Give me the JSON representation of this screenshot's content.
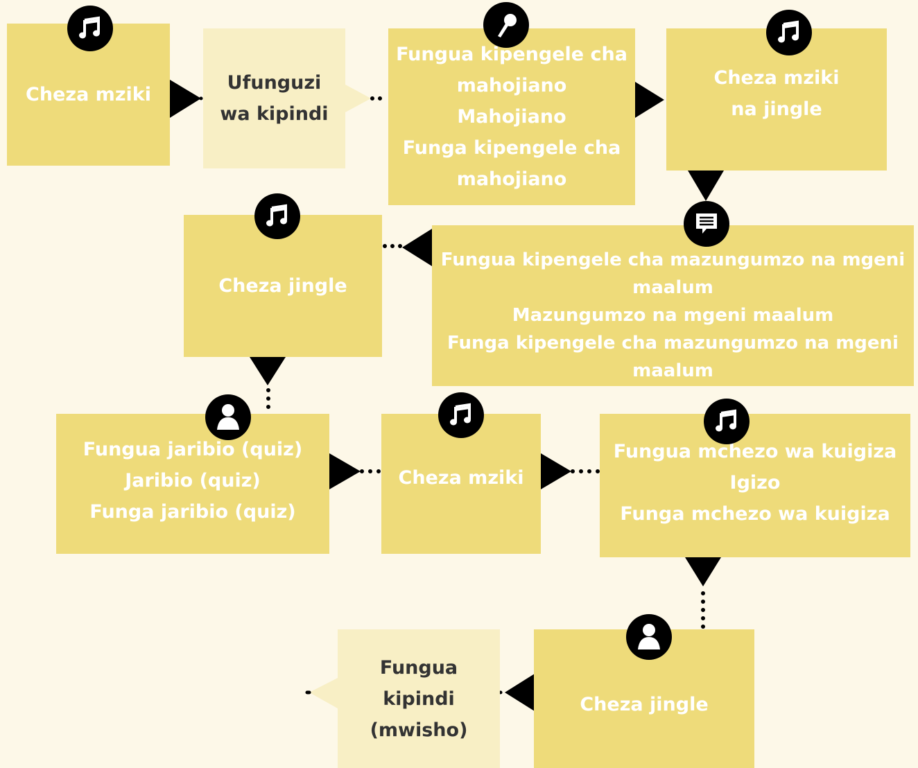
{
  "colors": {
    "background": "#fdf8e8",
    "step_box": "#eedb7a",
    "segment_box": "#f8efc5",
    "connector": "#000000",
    "step_text": "#ffffff",
    "segment_text": "#333333"
  },
  "steps": [
    {
      "id": "s1",
      "icon": "music-note-icon",
      "lines": [
        "Cheza mziki"
      ]
    },
    {
      "id": "s2",
      "icon": "",
      "lines": [
        "Ufunguzi",
        "wa kipindi"
      ]
    },
    {
      "id": "s3",
      "icon": "microphone-icon",
      "lines": [
        "Fungua kipengele cha",
        "mahojiano",
        "Mahojiano",
        "Funga kipengele cha",
        "mahojiano"
      ]
    },
    {
      "id": "s4",
      "icon": "music-note-icon",
      "lines": [
        "Cheza mziki",
        "na jingle"
      ]
    },
    {
      "id": "s5",
      "icon": "chat-bubble-icon",
      "lines": [
        "Fungua kipengele cha mazungumzo na mgeni",
        "maalum",
        "Mazungumzo na mgeni maalum",
        "Funga kipengele cha mazungumzo na mgeni",
        "maalum"
      ]
    },
    {
      "id": "s6",
      "icon": "music-note-icon",
      "lines": [
        "Cheza jingle"
      ]
    },
    {
      "id": "s7",
      "icon": "person-icon",
      "lines": [
        "Fungua jaribio (quiz)",
        "Jaribio (quiz)",
        "Funga jaribio (quiz)"
      ]
    },
    {
      "id": "s8",
      "icon": "music-note-icon",
      "lines": [
        "Cheza mziki"
      ]
    },
    {
      "id": "s9",
      "icon": "music-note-icon",
      "lines": [
        "Fungua mchezo wa kuigiza",
        "Igizo",
        "Funga mchezo wa kuigiza"
      ]
    },
    {
      "id": "s10",
      "icon": "person-icon",
      "lines": [
        "Cheza jingle"
      ]
    },
    {
      "id": "s11",
      "icon": "",
      "lines": [
        "Fungua",
        "kipindi",
        "(mwisho)"
      ]
    }
  ]
}
